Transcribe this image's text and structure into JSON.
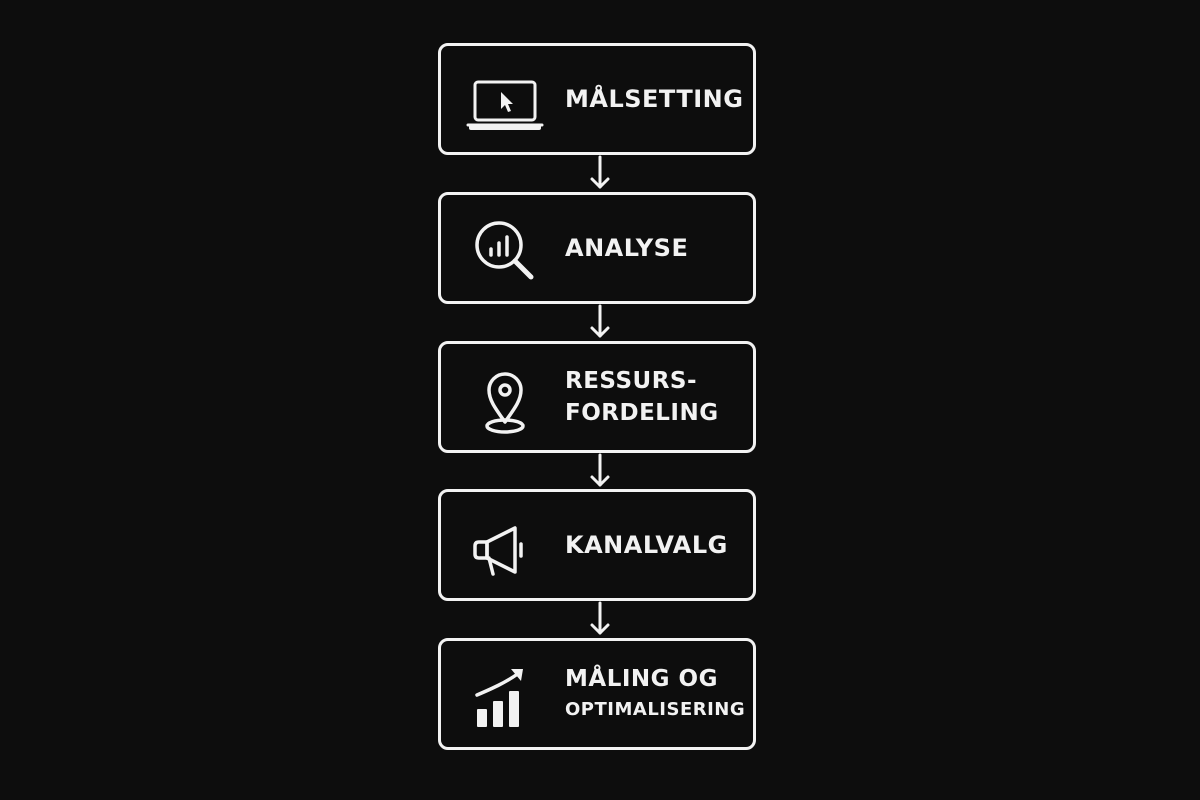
{
  "diagram": {
    "steps": [
      {
        "icon": "laptop-cursor-icon",
        "lines": [
          "MÅLSETTING"
        ]
      },
      {
        "icon": "magnifier-chart-icon",
        "lines": [
          "ANALYSE"
        ]
      },
      {
        "icon": "location-pin-icon",
        "lines": [
          "RESSURS-",
          "FORDELING"
        ]
      },
      {
        "icon": "megaphone-icon",
        "lines": [
          "KANALVALG"
        ]
      },
      {
        "icon": "growth-chart-icon",
        "lines": [
          "MÅLING OG",
          "OPTIMALISERING"
        ]
      }
    ],
    "colors": {
      "background": "#0d0d0d",
      "foreground": "#f2f2f2"
    }
  }
}
